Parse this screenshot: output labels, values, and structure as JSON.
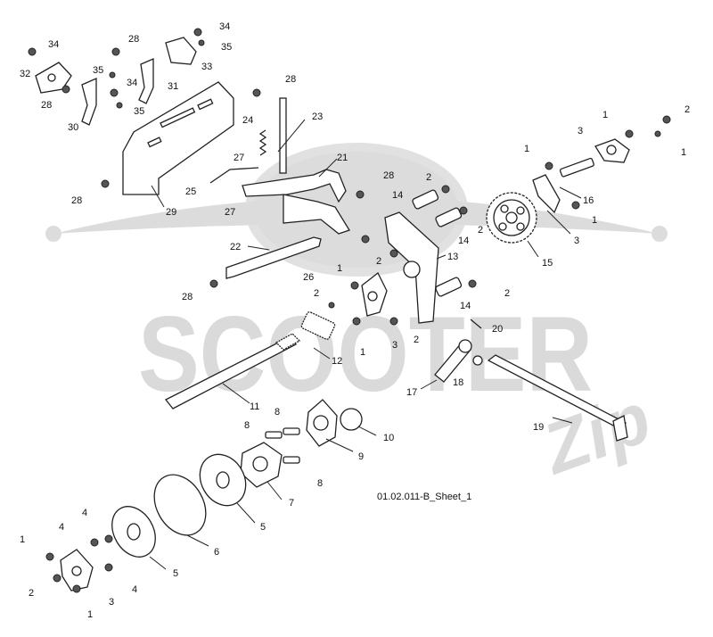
{
  "watermark": {
    "word": "SCOOTER",
    "script": "Zip"
  },
  "sheet_label": "01.02.011-B_Sheet_1",
  "callouts": [
    {
      "id": "c1",
      "label": "34"
    },
    {
      "id": "c2",
      "label": "32"
    },
    {
      "id": "c3",
      "label": "28"
    },
    {
      "id": "c4",
      "label": "35"
    },
    {
      "id": "c5",
      "label": "34"
    },
    {
      "id": "c6",
      "label": "28"
    },
    {
      "id": "c7",
      "label": "34"
    },
    {
      "id": "c8",
      "label": "35"
    },
    {
      "id": "c9",
      "label": "33"
    },
    {
      "id": "c10",
      "label": "31"
    },
    {
      "id": "c11",
      "label": "35"
    },
    {
      "id": "c12",
      "label": "30"
    },
    {
      "id": "c13",
      "label": "28"
    },
    {
      "id": "c14",
      "label": "24"
    },
    {
      "id": "c15",
      "label": "23"
    },
    {
      "id": "c16",
      "label": "28"
    },
    {
      "id": "c17",
      "label": "29"
    },
    {
      "id": "c18",
      "label": "27"
    },
    {
      "id": "c19",
      "label": "25"
    },
    {
      "id": "c20",
      "label": "27"
    },
    {
      "id": "c21",
      "label": "21"
    },
    {
      "id": "c22",
      "label": "28"
    },
    {
      "id": "c23",
      "label": "22"
    },
    {
      "id": "c24",
      "label": "26"
    },
    {
      "id": "c25",
      "label": "28"
    },
    {
      "id": "c26",
      "label": "14"
    },
    {
      "id": "c27",
      "label": "2"
    },
    {
      "id": "c28",
      "label": "2"
    },
    {
      "id": "c29",
      "label": "14"
    },
    {
      "id": "c30",
      "label": "2"
    },
    {
      "id": "c31",
      "label": "13"
    },
    {
      "id": "c32",
      "label": "1"
    },
    {
      "id": "c33",
      "label": "2"
    },
    {
      "id": "c34",
      "label": "14"
    },
    {
      "id": "c35",
      "label": "2"
    },
    {
      "id": "c36",
      "label": "3"
    },
    {
      "id": "c37",
      "label": "2"
    },
    {
      "id": "c38",
      "label": "1"
    },
    {
      "id": "c39",
      "label": "20"
    },
    {
      "id": "c40",
      "label": "12"
    },
    {
      "id": "c41",
      "label": "17"
    },
    {
      "id": "c42",
      "label": "18"
    },
    {
      "id": "c43",
      "label": "1"
    },
    {
      "id": "c44",
      "label": "2"
    },
    {
      "id": "c45",
      "label": "3"
    },
    {
      "id": "c46",
      "label": "1"
    },
    {
      "id": "c47",
      "label": "1"
    },
    {
      "id": "c48",
      "label": "16"
    },
    {
      "id": "c49",
      "label": "1"
    },
    {
      "id": "c50",
      "label": "3"
    },
    {
      "id": "c51",
      "label": "15"
    },
    {
      "id": "c52",
      "label": "19"
    },
    {
      "id": "c53",
      "label": "11"
    },
    {
      "id": "c54",
      "label": "8"
    },
    {
      "id": "c55",
      "label": "8"
    },
    {
      "id": "c56",
      "label": "10"
    },
    {
      "id": "c57",
      "label": "9"
    },
    {
      "id": "c58",
      "label": "8"
    },
    {
      "id": "c59",
      "label": "7"
    },
    {
      "id": "c60",
      "label": "5"
    },
    {
      "id": "c61",
      "label": "6"
    },
    {
      "id": "c62",
      "label": "4"
    },
    {
      "id": "c63",
      "label": "4"
    },
    {
      "id": "c64",
      "label": "1"
    },
    {
      "id": "c65",
      "label": "5"
    },
    {
      "id": "c66",
      "label": "4"
    },
    {
      "id": "c67",
      "label": "2"
    },
    {
      "id": "c68",
      "label": "3"
    },
    {
      "id": "c69",
      "label": "1"
    }
  ]
}
